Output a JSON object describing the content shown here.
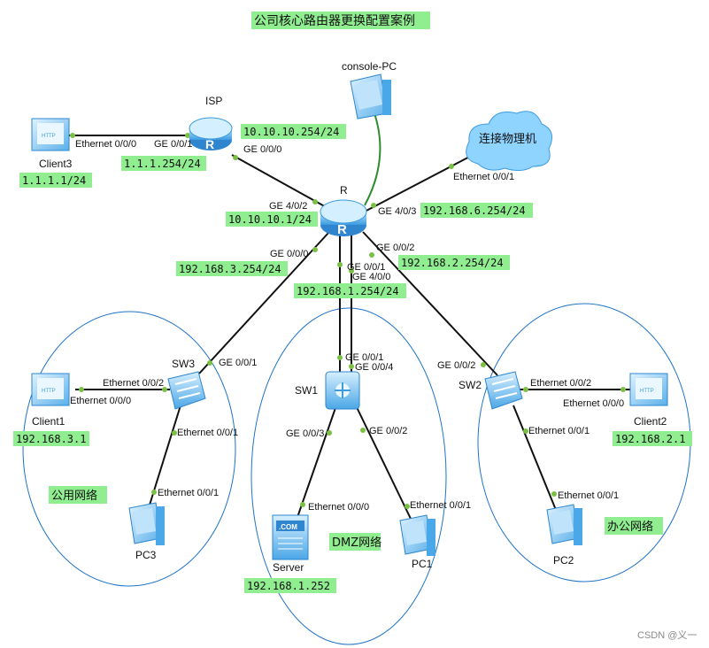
{
  "title": "公司核心路由器更换配置案例",
  "watermark": "CSDN @义一",
  "devices": {
    "isp": "ISP",
    "r": "R",
    "console": "console-PC",
    "cloud": "连接物理机",
    "client3": "Client3",
    "client1": "Client1",
    "client2": "Client2",
    "sw1": "SW1",
    "sw2": "SW2",
    "sw3": "SW3",
    "server": "Server",
    "pc1": "PC1",
    "pc2": "PC2",
    "pc3": "PC3"
  },
  "ips": {
    "isp_top": "10.10.10.254/24",
    "isp_left": "1.1.1.254/24",
    "client3": "1.1.1.1/24",
    "r_isp": "10.10.10.1/24",
    "r_cloud": "192.168.6.254/24",
    "r_sw3": "192.168.3.254/24",
    "r_sw1": "192.168.1.254/24",
    "r_sw2": "192.168.2.254/24",
    "client1": "192.168.3.1",
    "client2": "192.168.2.1",
    "server": "192.168.1.252"
  },
  "ports": {
    "c3_eth": "Ethernet 0/0/0",
    "isp_ge1": "GE 0/0/1",
    "isp_ge0": "GE 0/0/0",
    "r_ge42": "GE 4/0/2",
    "r_ge43": "GE 4/0/3",
    "cloud_eth": "Ethernet 0/0/1",
    "r_ge00": "GE 0/0/0",
    "r_ge01": "GE 0/0/1",
    "r_ge40": "GE 4/0/0",
    "r_ge02": "GE 0/0/2",
    "sw3_ge01": "GE 0/0/1",
    "sw3_eth2": "Ethernet 0/0/2",
    "c1_eth0": "Ethernet 0/0/0",
    "sw3_eth1": "Ethernet 0/0/1",
    "pc3_eth1": "Ethernet 0/0/1",
    "sw1_ge01": "GE 0/0/1",
    "sw1_ge04": "GE 0/0/4",
    "sw1_ge03": "GE 0/0/3",
    "sw1_ge02": "GE 0/0/2",
    "server_eth0": "Ethernet 0/0/0",
    "pc1_eth1": "Ethernet 0/0/1",
    "sw2_ge02": "GE 0/0/2",
    "sw2_eth2": "Ethernet 0/0/2",
    "c2_eth0": "Ethernet 0/0/0",
    "sw2_eth1": "Ethernet 0/0/1",
    "pc2_eth1": "Ethernet 0/0/1"
  },
  "zones": {
    "public": "公用网络",
    "dmz": "DMZ网络",
    "office": "办公网络"
  },
  "colors": {
    "label_green": "#90EE90",
    "device_blue": "#4aa8e8",
    "zone_stroke": "#1f73c8",
    "link_black": "#111111",
    "console_link": "#2e8b2e",
    "port_dot": "#7ac143"
  }
}
